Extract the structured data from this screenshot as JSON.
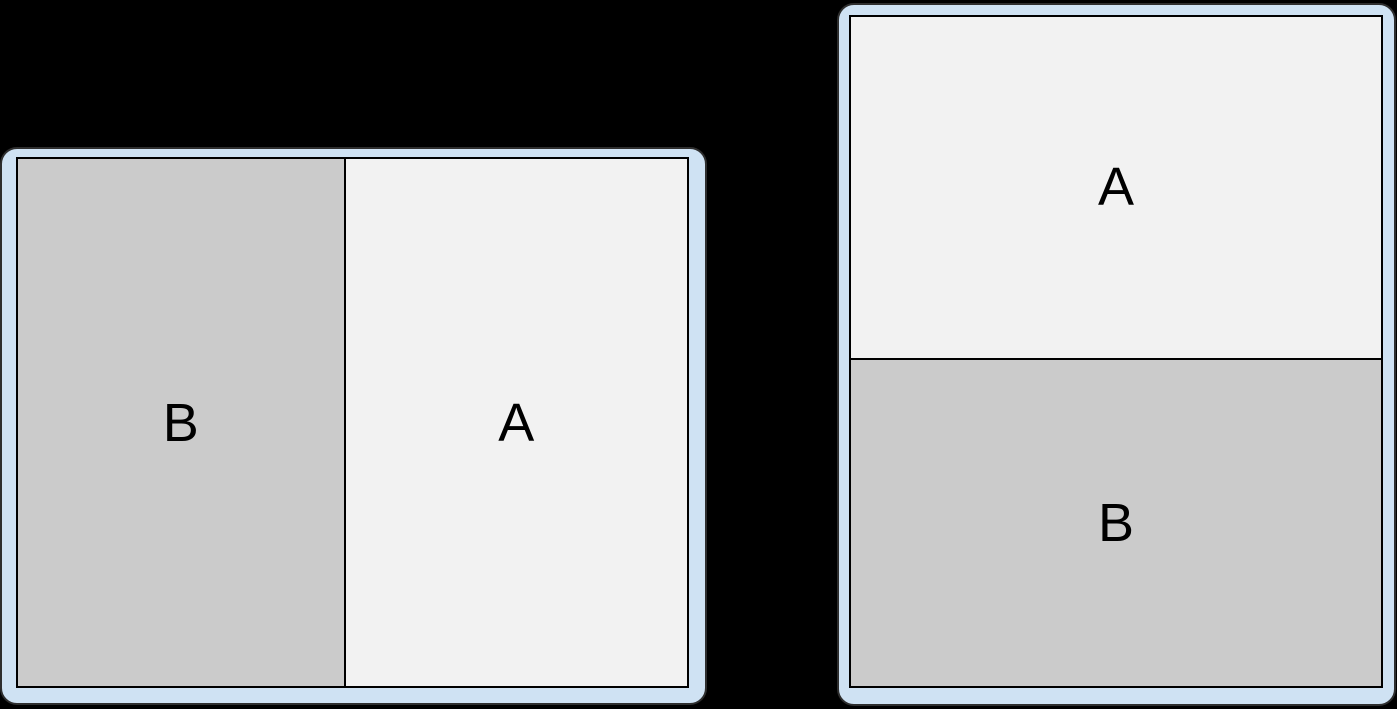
{
  "colors": {
    "background": "#000000",
    "device_frame": "#cfe2f3",
    "frame_edge": "#2e2e2e",
    "screen_border": "#000000",
    "pane_a_fill": "#f2f2f2",
    "pane_b_fill": "#cbcbcb",
    "label_color": "#000000"
  },
  "devices": [
    {
      "orientation": "landscape",
      "panes": [
        {
          "label": "B"
        },
        {
          "label": "A"
        }
      ]
    },
    {
      "orientation": "portrait",
      "panes": [
        {
          "label": "A"
        },
        {
          "label": "B"
        }
      ]
    }
  ]
}
